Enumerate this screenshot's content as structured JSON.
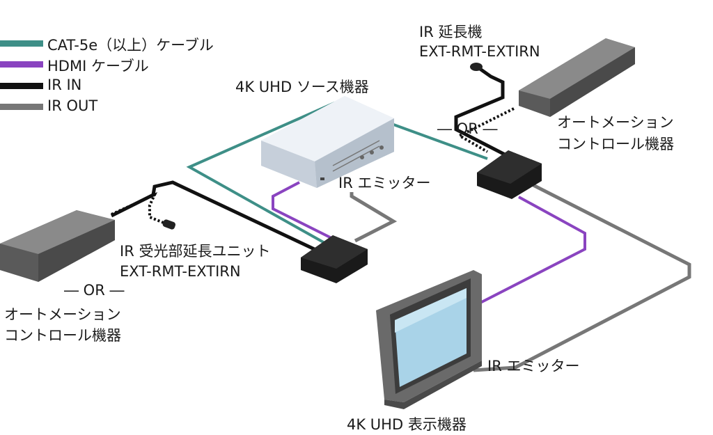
{
  "legend": {
    "items": [
      {
        "label": "CAT-5e（以上）ケーブル",
        "color": "#3e8f87"
      },
      {
        "label": "HDMI ケーブル",
        "color": "#8a44c0"
      },
      {
        "label": "IR IN",
        "color": "#111111"
      },
      {
        "label": "IR OUT",
        "color": "#777777"
      }
    ]
  },
  "labels": {
    "ir_extender": "IR 延長機",
    "ir_extender_model": "EXT-RMT-EXTIRN",
    "source_device": "4K UHD ソース機器",
    "or_top": "― OR ―",
    "automation_top_line1": "オートメーション",
    "automation_top_line2": "コントロール機器",
    "ir_emitter_top": "IR エミッター",
    "ir_receiver_unit": "IR 受光部延長ユニット",
    "ir_receiver_model": "EXT-RMT-EXTIRN",
    "or_left": "― OR ―",
    "automation_left_line1": "オートメーション",
    "automation_left_line2": "コントロール機器",
    "ir_emitter_bottom": "IR エミッター",
    "display_device": "4K UHD 表示機器"
  }
}
